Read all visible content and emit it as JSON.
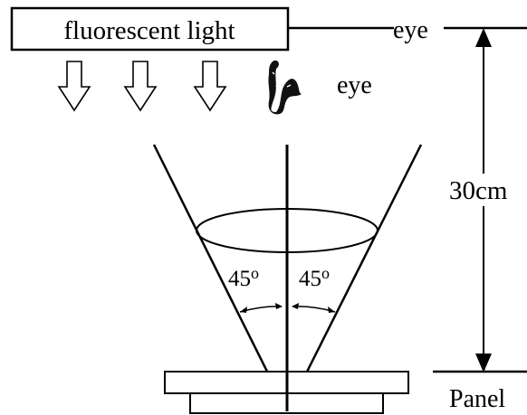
{
  "light_label": "fluorescent light",
  "eye_label_top": "eye",
  "eye_label_side": "eye",
  "distance_label": "30cm",
  "angle_left": "45",
  "angle_right": "45",
  "angle_unit": "o",
  "panel_label": "Panel",
  "icons": {
    "arrows": [
      "down-arrow-icon",
      "down-arrow-icon",
      "down-arrow-icon"
    ],
    "eye": "eye-icon"
  },
  "colors": {
    "stroke": "#000000",
    "background": "#ffffff"
  }
}
